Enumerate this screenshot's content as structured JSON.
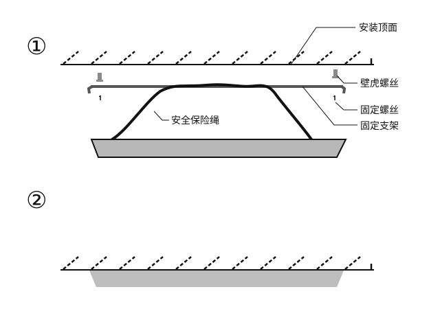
{
  "steps": {
    "step1": "①",
    "step2": "②"
  },
  "labels": {
    "ceiling": "安装顶面",
    "wall_anchor_screw": "壁虎螺丝",
    "fixing_screw": "固定螺丝",
    "bracket": "固定支架",
    "safety_rope": "安全保险绳"
  },
  "colors": {
    "line": "#111111",
    "panel_fill": "#b8b8b8",
    "panel_fill_step2": "#bdbdbd",
    "bracket": "#555555",
    "screw": "#8a8a8a"
  }
}
